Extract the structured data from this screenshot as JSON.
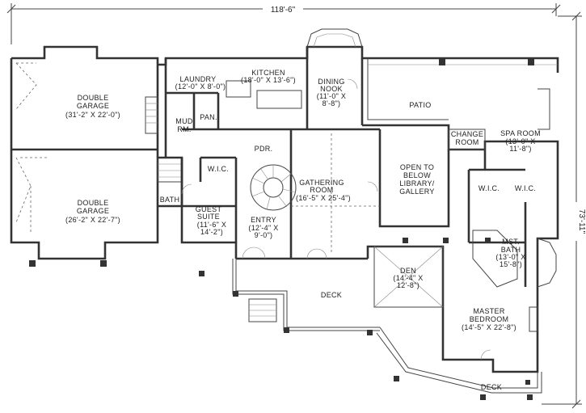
{
  "dimensions": {
    "width_label": "118'-6\"",
    "depth_label": "73'-11\""
  },
  "rooms": [
    {
      "id": "double-garage-1",
      "name_lines": [
        "DOUBLE",
        "GARAGE"
      ],
      "size": "(31'-2\" X 22'-0\")"
    },
    {
      "id": "double-garage-2",
      "name_lines": [
        "DOUBLE",
        "GARAGE"
      ],
      "size": "(26'-2\" X 22'-7\")"
    },
    {
      "id": "laundry",
      "name_lines": [
        "LAUNDRY"
      ],
      "size": "(12'-0\" X 8'-0\")"
    },
    {
      "id": "kitchen",
      "name_lines": [
        "KITCHEN"
      ],
      "size": "(18'-0\" X 13'-6\")"
    },
    {
      "id": "dining-nook",
      "name_lines": [
        "DINING",
        "NOOK"
      ],
      "size": "(11'-0\" X",
      "size2": "8'-8\")"
    },
    {
      "id": "patio",
      "name_lines": [
        "PATIO"
      ],
      "size": ""
    },
    {
      "id": "mud-rm",
      "name_lines": [
        "MUD",
        "RM."
      ],
      "size": ""
    },
    {
      "id": "pan",
      "name_lines": [
        "PAN."
      ],
      "size": ""
    },
    {
      "id": "pdr",
      "name_lines": [
        "PDR."
      ],
      "size": ""
    },
    {
      "id": "change-room",
      "name_lines": [
        "CHANGE",
        "ROOM"
      ],
      "size": ""
    },
    {
      "id": "spa-room",
      "name_lines": [
        "SPA ROOM"
      ],
      "size": "(13'-0\" X",
      "size2": "11'-8\")"
    },
    {
      "id": "gathering-room",
      "name_lines": [
        "GATHERING",
        "ROOM"
      ],
      "size": "(16'-5\" X 25'-4\")"
    },
    {
      "id": "library",
      "name_lines": [
        "OPEN TO",
        "BELOW",
        "LIBRARY/",
        "GALLERY"
      ],
      "size": ""
    },
    {
      "id": "wic-1",
      "name_lines": [
        "W.I.C."
      ],
      "size": ""
    },
    {
      "id": "wic-2",
      "name_lines": [
        "W.I.C."
      ],
      "size": ""
    },
    {
      "id": "wic-3",
      "name_lines": [
        "W.I.C."
      ],
      "size": ""
    },
    {
      "id": "bath",
      "name_lines": [
        "BATH"
      ],
      "size": ""
    },
    {
      "id": "guest-suite",
      "name_lines": [
        "GUEST",
        "SUITE"
      ],
      "size": "(11'-6\" X",
      "size2": "14'-2\")"
    },
    {
      "id": "entry",
      "name_lines": [
        "ENTRY"
      ],
      "size": "(12'-4\" X",
      "size2": "9'-0\")"
    },
    {
      "id": "mst-bath",
      "name_lines": [
        "MST.",
        "BATH"
      ],
      "size": "(13'-0\" X",
      "size2": "15'-8\")"
    },
    {
      "id": "den",
      "name_lines": [
        "DEN"
      ],
      "size": "(14'-4\" X",
      "size2": "12'-8\")"
    },
    {
      "id": "deck-1",
      "name_lines": [
        "DECK"
      ],
      "size": ""
    },
    {
      "id": "master-bedroom",
      "name_lines": [
        "MASTER",
        "BEDROOM"
      ],
      "size": "(14'-5\" X 22'-8\")"
    },
    {
      "id": "deck-2",
      "name_lines": [
        "DECK"
      ],
      "size": ""
    }
  ]
}
